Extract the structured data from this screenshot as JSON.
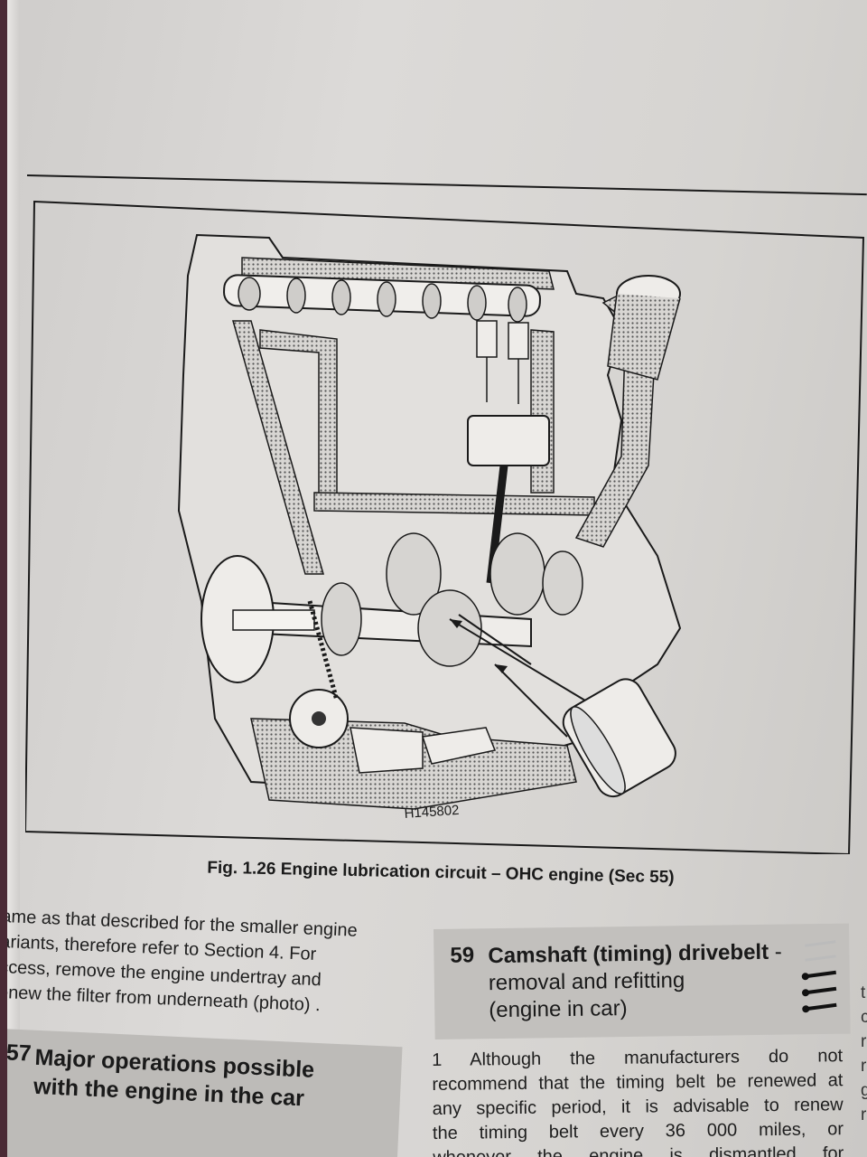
{
  "figure": {
    "drawing_code": "H145802",
    "caption": "Fig. 1.26 Engine lubrication circuit – OHC engine (Sec 55)"
  },
  "left_column": {
    "paragraph_lines": [
      "ame as that described for the smaller engine",
      "ariants, therefore refer to Section 4. For",
      "ccess, remove the engine undertray and",
      "enew the filter from underneath (photo) ."
    ],
    "section_57": {
      "number": "57",
      "title_lines": [
        "Major operations possible",
        "with the engine in the car"
      ]
    }
  },
  "right_column": {
    "section_59": {
      "number": "59",
      "title_bold": "Camshaft (timing) drivebelt",
      "title_dash": " -",
      "title_lines": [
        "removal and refitting",
        "(engine in car)"
      ],
      "difficulty_icon": "spanner-rating-icon"
    },
    "paragraph_lines": [
      "1 Although the manufacturers do not",
      "recommend that the timing belt be renewed at",
      "any specific period, it is advisable to renew",
      "the timing belt every 36 000 miles, or",
      "whenever the engine is dismantled for"
    ]
  },
  "edge_letters": [
    "",
    "",
    "t",
    "c",
    "r",
    "r",
    "g",
    "r"
  ]
}
